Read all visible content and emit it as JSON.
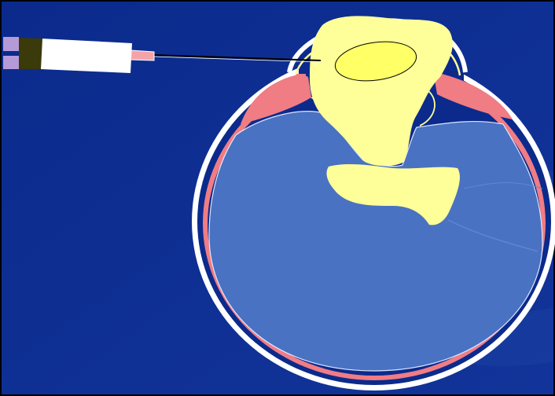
{
  "slide": {
    "background_color": "#0B2A8C",
    "background_sheen_color": "#2E54B5"
  },
  "diagram": {
    "objects": [
      "syringe",
      "needle",
      "eyeball",
      "sclera",
      "choroid-layer",
      "vitreous-body",
      "ciliary-body",
      "lens-capsule",
      "lens-nucleus",
      "lens-fragment"
    ],
    "colors": {
      "sclera": "#FFFFFF",
      "choroid": "#F07C84",
      "vitreous": "#4A72C2",
      "lens": "#FFFF99",
      "nucleus": "#FFFF66",
      "syringe_barrel": "#FFFFFF",
      "syringe_plunger": "#3A3A0A",
      "syringe_flange": "#B59AD8",
      "syringe_hub": "#F4A3A8",
      "needle": "#000000"
    }
  }
}
